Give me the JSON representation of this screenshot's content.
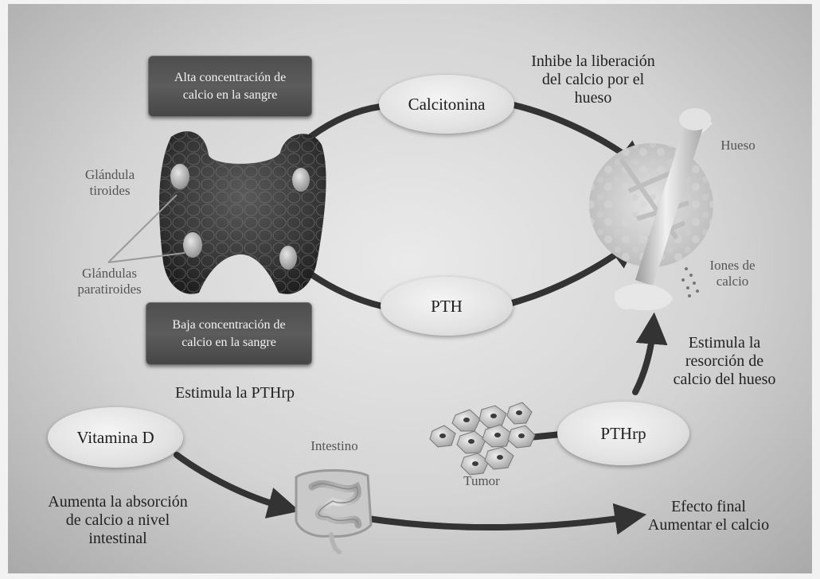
{
  "boxes": {
    "high_calcium": [
      "Alta concentración de",
      "calcio en la sangre"
    ],
    "low_calcium": [
      "Baja concentración de",
      "calcio en la sangre"
    ]
  },
  "hormones": {
    "calcitonin": "Calcitonina",
    "pth": "PTH",
    "pthrp": "PTHrp",
    "vitamin_d": "Vitamina D"
  },
  "labels": {
    "thyroid": [
      "Glándula",
      "tiroides"
    ],
    "parathyroid": [
      "Glándulas",
      "paratiroides"
    ],
    "bone": "Hueso",
    "calcium_ions": [
      "Iones de",
      "calcio"
    ],
    "intestine": "Intestino",
    "tumor": "Tumor"
  },
  "annotations": {
    "inhibit": [
      "Inhibe la liberación",
      "del calcio por el",
      "hueso"
    ],
    "stimulate_pthrp": "Estimula la PTHrp",
    "resorption": [
      "Estimula la",
      "resorción de",
      "calcio del hueso"
    ],
    "absorption": [
      "Aumenta la absorción",
      "de calcio a nivel",
      "intestinal"
    ],
    "final_effect": [
      "Efecto final",
      "Aumentar el calcio"
    ]
  },
  "colors": {
    "arrow": "#3a3a3a",
    "box": "#525252",
    "oval": "#e6e6e6",
    "thyroid": "#3c3c3c"
  }
}
